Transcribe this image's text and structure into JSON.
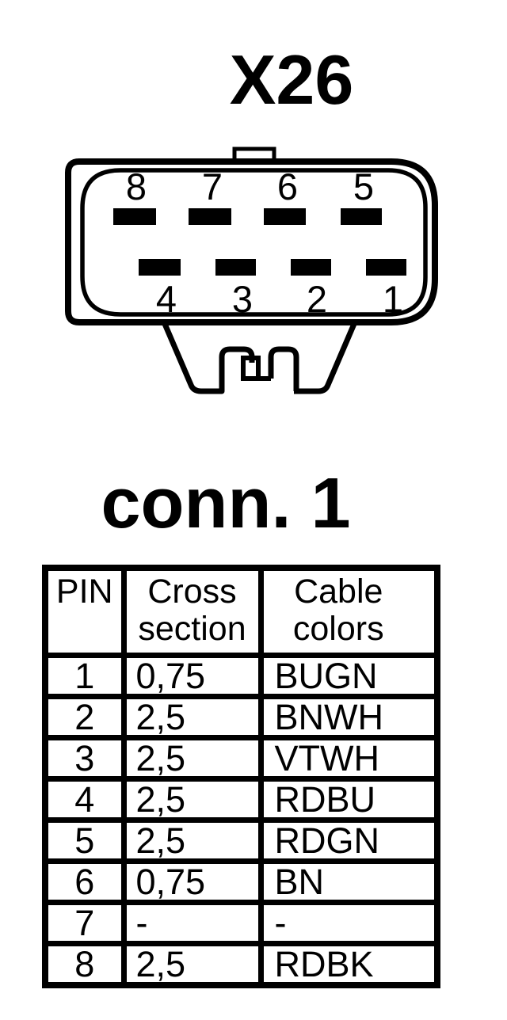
{
  "page": {
    "background": "#ffffff",
    "ink": "#000000"
  },
  "connector": {
    "label": "X26",
    "pins_top": [
      "8",
      "7",
      "6",
      "5"
    ],
    "pins_bottom": [
      "4",
      "3",
      "2",
      "1"
    ]
  },
  "section": {
    "title": "conn. 1"
  },
  "table": {
    "headers": {
      "pin": "PIN",
      "cross_section": "Cross section",
      "cable_colors": "Cable colors"
    },
    "rows": [
      {
        "pin": "1",
        "cross_section": "0,75",
        "cable_color": "BUGN"
      },
      {
        "pin": "2",
        "cross_section": "2,5",
        "cable_color": "BNWH"
      },
      {
        "pin": "3",
        "cross_section": "2,5",
        "cable_color": "VTWH"
      },
      {
        "pin": "4",
        "cross_section": "2,5",
        "cable_color": "RDBU"
      },
      {
        "pin": "5",
        "cross_section": "2,5",
        "cable_color": "RDGN"
      },
      {
        "pin": "6",
        "cross_section": "0,75",
        "cable_color": "BN"
      },
      {
        "pin": "7",
        "cross_section": "-",
        "cable_color": "-"
      },
      {
        "pin": "8",
        "cross_section": "2,5",
        "cable_color": "RDBK"
      }
    ]
  }
}
